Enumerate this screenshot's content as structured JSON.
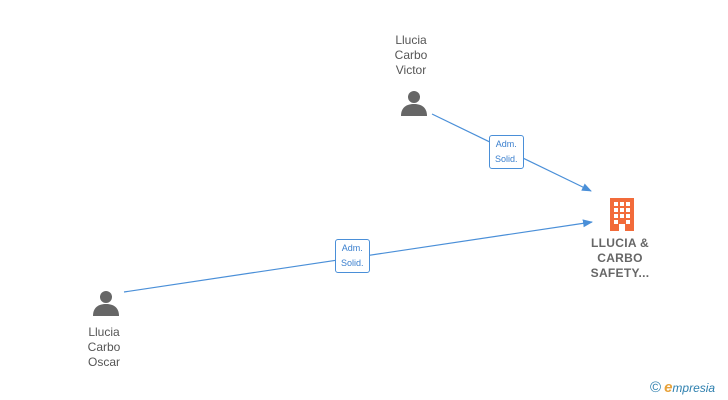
{
  "nodes": {
    "victor": {
      "lines": [
        "Llucia",
        "Carbo",
        "Victor"
      ],
      "icon": "person-icon"
    },
    "oscar": {
      "lines": [
        "Llucia",
        "Carbo",
        "Oscar"
      ],
      "icon": "person-icon"
    },
    "company": {
      "lines": [
        "LLUCIA &",
        "CARBO",
        "SAFETY..."
      ],
      "icon": "building-icon"
    }
  },
  "edges": [
    {
      "from": "victor",
      "to": "company",
      "label": "Adm.\nSolid."
    },
    {
      "from": "oscar",
      "to": "company",
      "label": "Adm.\nSolid."
    }
  ],
  "brand": {
    "copyright": "©",
    "e": "e",
    "rest": "mpresia"
  },
  "colors": {
    "edge": "#4a8fd8",
    "person": "#666666",
    "company": "#f26b3a"
  }
}
